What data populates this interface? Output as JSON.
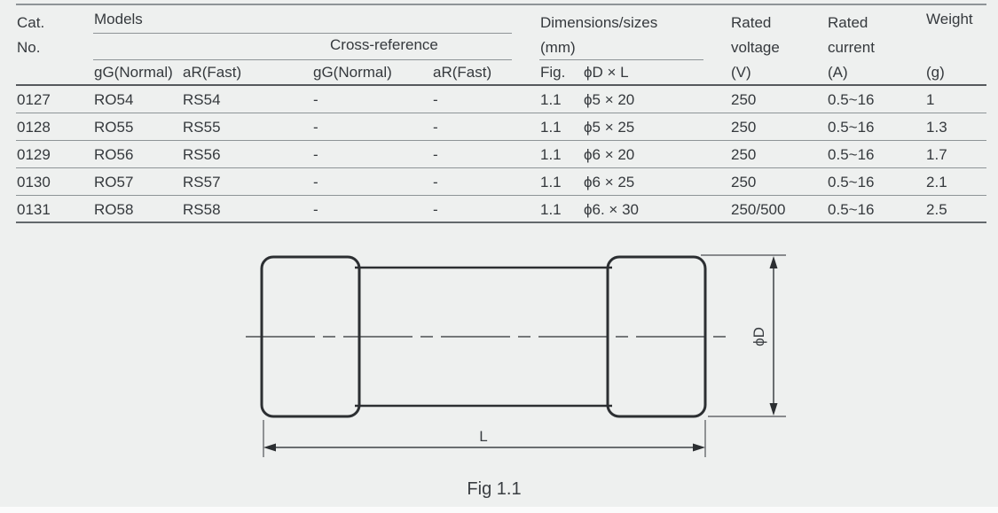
{
  "table": {
    "header": {
      "col1_line1": "Cat.",
      "col1_line2": "No.",
      "models_group": "Models",
      "cross_reference_group": "Cross-reference",
      "dimensions_group_line1": "Dimensions/sizes",
      "dimensions_group_line2": "(mm)",
      "rated_voltage_line1": "Rated",
      "rated_voltage_line2": "voltage",
      "rated_current_line1": "Rated",
      "rated_current_line2": "current",
      "weight": "Weight",
      "subcols": [
        "gG(Normal)",
        "aR(Fast)",
        "gG(Normal)",
        "aR(Fast)",
        "Fig.",
        "ϕD × L",
        "(V)",
        "(A)",
        "(g)"
      ]
    },
    "rows": [
      [
        "0127",
        "RO54",
        "RS54",
        "-",
        "-",
        "1.1",
        "ϕ5 × 20",
        "250",
        "0.5~16",
        "1"
      ],
      [
        "0128",
        "RO55",
        "RS55",
        "-",
        "-",
        "1.1",
        "ϕ5 × 25",
        "250",
        "0.5~16",
        "1.3"
      ],
      [
        "0129",
        "RO56",
        "RS56",
        "-",
        "-",
        "1.1",
        "ϕ6 × 20",
        "250",
        "0.5~16",
        "1.7"
      ],
      [
        "0130",
        "RO57",
        "RS57",
        "-",
        "-",
        "1.1",
        "ϕ6 × 25",
        "250",
        "0.5~16",
        "2.1"
      ],
      [
        "0131",
        "RO58",
        "RS58",
        "-",
        "-",
        "1.1",
        "ϕ6. × 30",
        "250/500",
        "0.5~16",
        "2.5"
      ]
    ]
  },
  "figure": {
    "diameter_label": "ϕD",
    "length_label": "L",
    "caption": "Fig 1.1"
  },
  "colors": {
    "background": "#eef0ef",
    "text": "#35393d",
    "table_line": "#8e9497",
    "heavy_line": "#55595d",
    "drawing_line": "#2c2f32"
  }
}
